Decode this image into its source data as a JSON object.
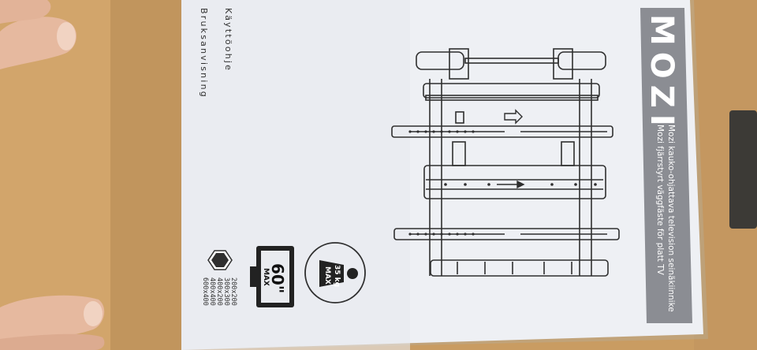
{
  "manual": {
    "languages": [
      "Käyttöohje",
      "Bruksanvisning"
    ],
    "brand": "MOZI",
    "taglines": [
      "Mozi kauko-ohjattava television seinäkiinnike",
      "Mozi fjärrstyrt väggfäste för platt TV"
    ],
    "max_weight": "35 kg",
    "max_weight_label": "MAX",
    "screen_size": "60\"",
    "screen_size_label": "MAX",
    "vesa_patterns": [
      "200x200",
      "300x300",
      "400x200",
      "400x400",
      "600x400"
    ]
  },
  "colors": {
    "table": "#c89a5e",
    "paper": "#eef0f4",
    "brand_panel": "#8b8d93",
    "ink": "#2f2f2f",
    "skin": "#e9bfa6"
  },
  "icons": [
    "weight-icon",
    "tv-size-icon",
    "vesa-badge-icon",
    "arrow-icon"
  ]
}
